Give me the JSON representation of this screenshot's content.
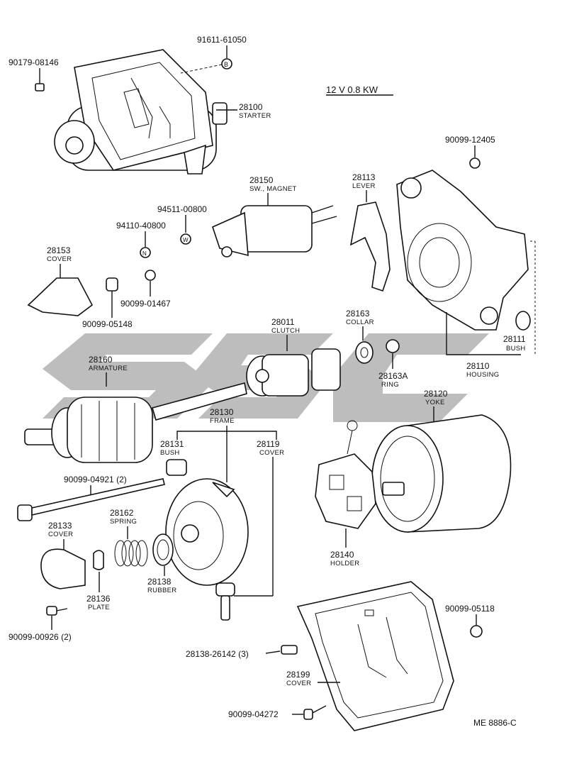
{
  "header": {
    "spec": "12 V 0.8 KW",
    "figure_code": "ME 8886-C"
  },
  "markers": {
    "B": "B",
    "N": "N",
    "W": "W"
  },
  "parts": {
    "p90179": {
      "number": "90179-08146"
    },
    "p91611": {
      "number": "91611-61050"
    },
    "p28100": {
      "number": "28100",
      "name": "STARTER"
    },
    "p90099_12405": {
      "number": "90099-12405"
    },
    "p28150": {
      "number": "28150",
      "name": "SW., MAGNET"
    },
    "p28113": {
      "number": "28113",
      "name": "LEVER"
    },
    "p94511": {
      "number": "94511-00800"
    },
    "p94110": {
      "number": "94110-40800"
    },
    "p28153": {
      "number": "28153",
      "name": "COVER"
    },
    "p90099_01467": {
      "number": "90099-01467"
    },
    "p90099_05148": {
      "number": "90099-05148"
    },
    "p28011": {
      "number": "28011",
      "name": "CLUTCH"
    },
    "p28163": {
      "number": "28163",
      "name": "COLLAR"
    },
    "p28111": {
      "number": "28111",
      "name": "BUSH"
    },
    "p28110": {
      "number": "28110",
      "name": "HOUSING"
    },
    "p28160": {
      "number": "28160",
      "name": "ARMATURE"
    },
    "p28163A": {
      "number": "28163A",
      "name": "RING"
    },
    "p28120": {
      "number": "28120",
      "name": "YOKE"
    },
    "p28130": {
      "number": "28130",
      "name": "FRAME"
    },
    "p28131": {
      "number": "28131",
      "name": "BUSH"
    },
    "p28119": {
      "number": "28119",
      "name": "COVER"
    },
    "p90099_04921": {
      "number": "90099-04921 (2)"
    },
    "p28133": {
      "number": "28133",
      "name": "COVER"
    },
    "p28162": {
      "number": "28162",
      "name": "SPRING"
    },
    "p28138": {
      "number": "28138",
      "name": "RUBBER"
    },
    "p28136": {
      "number": "28136",
      "name": "PLATE"
    },
    "p28140": {
      "number": "28140",
      "name": "HOLDER"
    },
    "p90099_00926": {
      "number": "90099-00926 (2)"
    },
    "p90099_05118": {
      "number": "90099-05118"
    },
    "p28138_26142": {
      "number": "28138-26142 (3)"
    },
    "p28199": {
      "number": "28199",
      "name": "COVER"
    },
    "p90099_04272": {
      "number": "90099-04272"
    }
  }
}
